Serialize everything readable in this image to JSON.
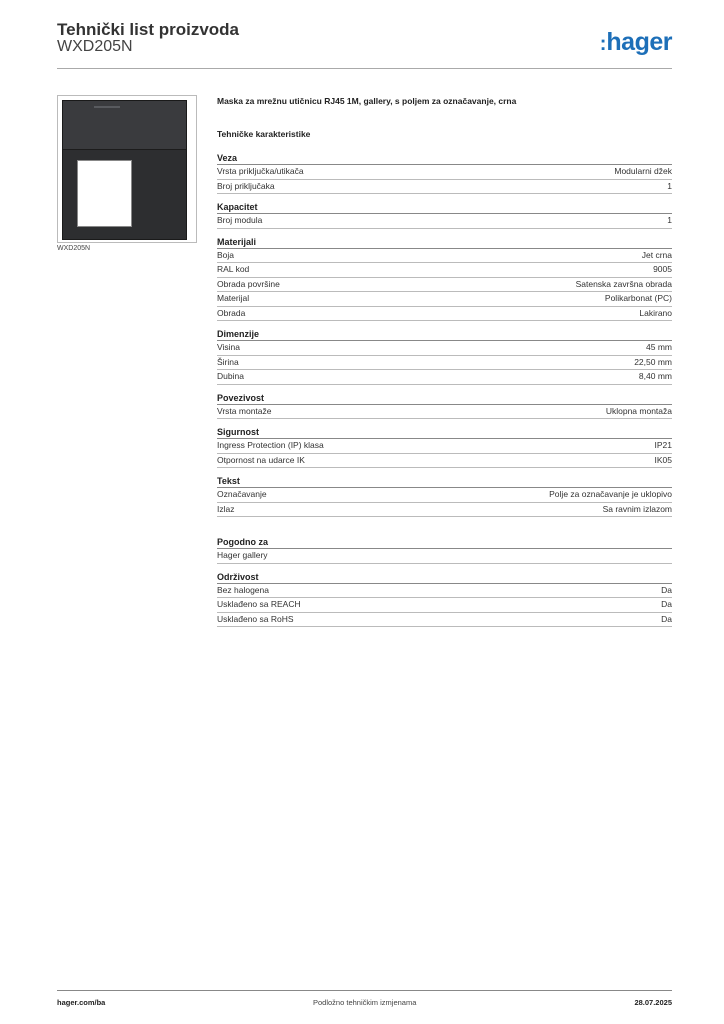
{
  "header": {
    "title": "Tehnički list proizvoda",
    "product_code": "WXD205N",
    "logo_dots": ":",
    "logo_text": "hager"
  },
  "image": {
    "caption": "WXD205N"
  },
  "description": "Maska za mrežnu utičnicu RJ45 1M, gallery, s poljem za označavanje, crna",
  "section_title": "Tehničke karakteristike",
  "groups": [
    {
      "title": "Veza",
      "rows": [
        {
          "label": "Vrsta priključka/utikača",
          "value": "Modularni džek"
        },
        {
          "label": "Broj priključaka",
          "value": "1"
        }
      ]
    },
    {
      "title": "Kapacitet",
      "rows": [
        {
          "label": "Broj modula",
          "value": "1"
        }
      ]
    },
    {
      "title": "Materijali",
      "rows": [
        {
          "label": "Boja",
          "value": "Jet crna"
        },
        {
          "label": "RAL kod",
          "value": "9005"
        },
        {
          "label": "Obrada površine",
          "value": "Satenska završna obrada"
        },
        {
          "label": "Materijal",
          "value": "Polikarbonat (PC)"
        },
        {
          "label": "Obrada",
          "value": "Lakirano"
        }
      ]
    },
    {
      "title": "Dimenzije",
      "rows": [
        {
          "label": "Visina",
          "value": "45 mm"
        },
        {
          "label": "Širina",
          "value": "22,50 mm"
        },
        {
          "label": "Dubina",
          "value": "8,40 mm"
        }
      ]
    },
    {
      "title": "Povezivost",
      "rows": [
        {
          "label": "Vrsta montaže",
          "value": "Uklopna montaža"
        }
      ]
    },
    {
      "title": "Sigurnost",
      "rows": [
        {
          "label": "Ingress Protection (IP) klasa",
          "value": "IP21"
        },
        {
          "label": "Otpornost na udarce IK",
          "value": "IK05"
        }
      ]
    },
    {
      "title": "Tekst",
      "rows": [
        {
          "label": "Označavanje",
          "value": "Polje za označavanje je uklopivo"
        },
        {
          "label": "Izlaz",
          "value": "Sa ravnim izlazom"
        }
      ]
    },
    {
      "title": "Pogodno za",
      "rows": [
        {
          "label": "Hager gallery",
          "value": ""
        }
      ]
    },
    {
      "title": "Održivost",
      "rows": [
        {
          "label": "Bez halogena",
          "value": "Da"
        },
        {
          "label": "Usklađeno sa REACH",
          "value": "Da"
        },
        {
          "label": "Usklađeno sa RoHS",
          "value": "Da"
        }
      ]
    }
  ],
  "footer": {
    "left": "hager.com/ba",
    "center": "Podložno tehničkim izmjenama",
    "right": "28.07.2025"
  },
  "colors": {
    "logo_blue": "#1d6fb8",
    "product_black": "#2d2e30"
  }
}
